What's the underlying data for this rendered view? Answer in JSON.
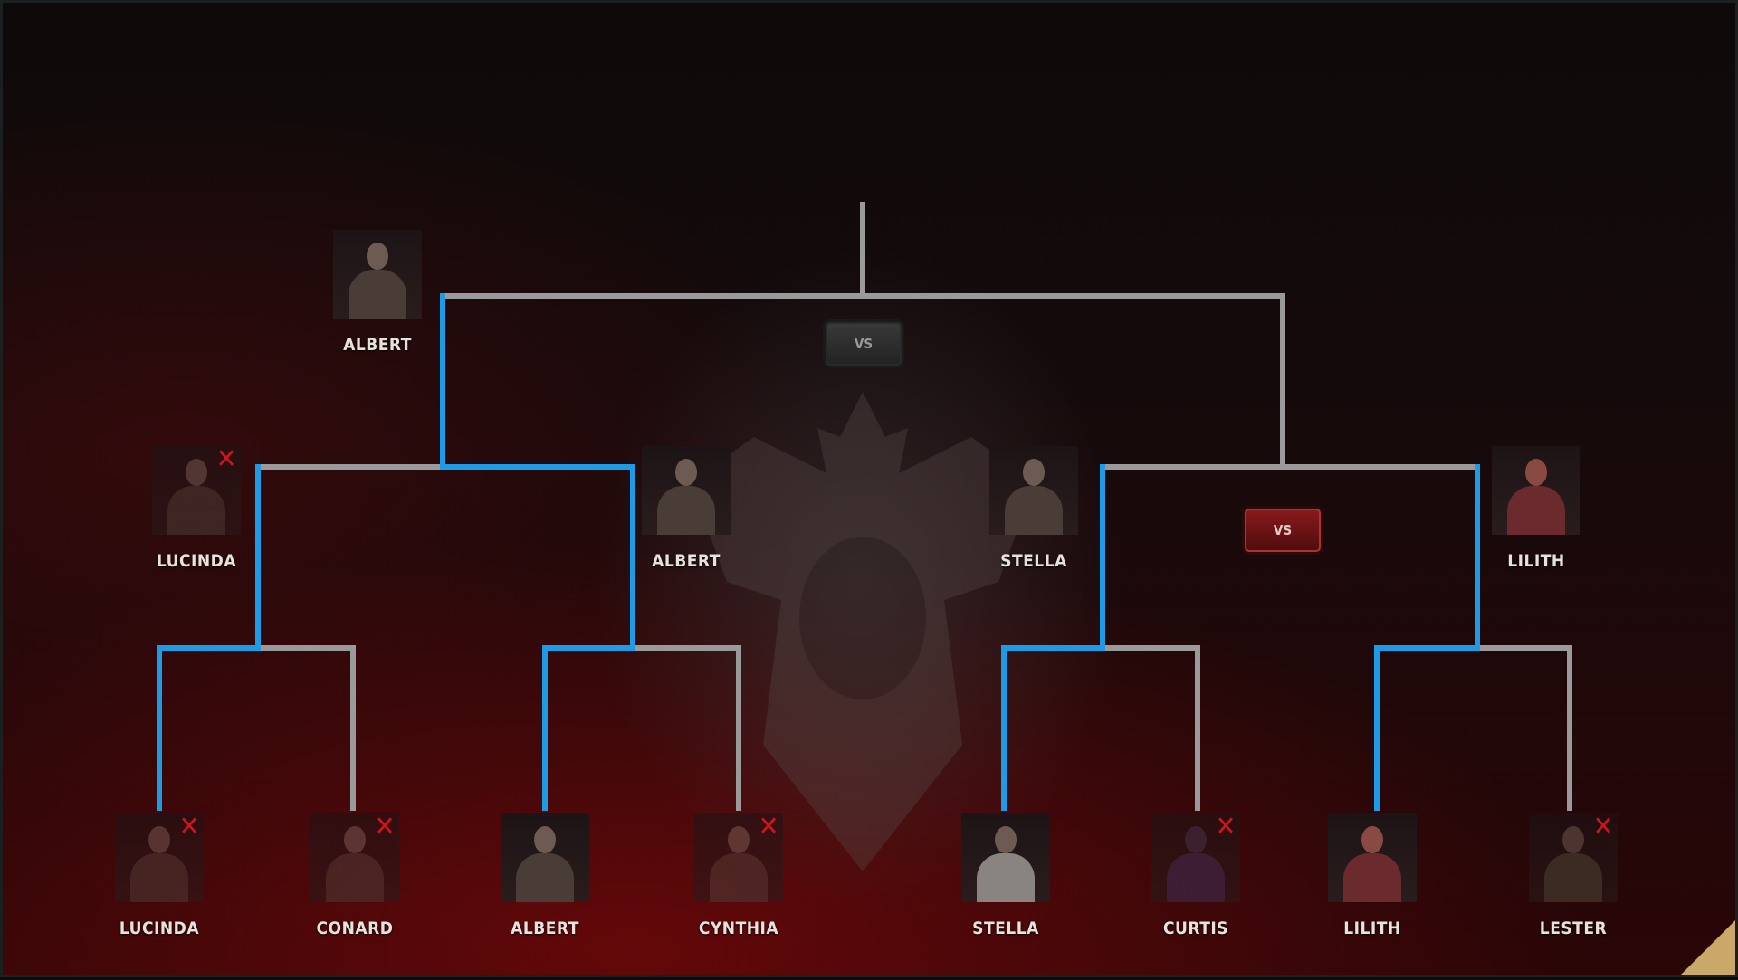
{
  "colors": {
    "winner_line": "#1e9be6",
    "pending_line": "#9a9a9a",
    "eliminated_mark": "#d0141a"
  },
  "vs_label": "VS",
  "champion": {
    "name": "ALBERT"
  },
  "semifinal": [
    {
      "name": "LUCINDA",
      "eliminated": true
    },
    {
      "name": "ALBERT",
      "eliminated": false
    },
    {
      "name": "STELLA",
      "eliminated": false
    },
    {
      "name": "LILITH",
      "eliminated": false
    }
  ],
  "quarterfinal": [
    {
      "name": "LUCINDA",
      "eliminated": true
    },
    {
      "name": "CONARD",
      "eliminated": true
    },
    {
      "name": "ALBERT",
      "eliminated": false
    },
    {
      "name": "CYNTHIA",
      "eliminated": true
    },
    {
      "name": "STELLA",
      "eliminated": false
    },
    {
      "name": "CURTIS",
      "eliminated": true
    },
    {
      "name": "LILITH",
      "eliminated": false
    },
    {
      "name": "LESTER",
      "eliminated": true
    }
  ]
}
